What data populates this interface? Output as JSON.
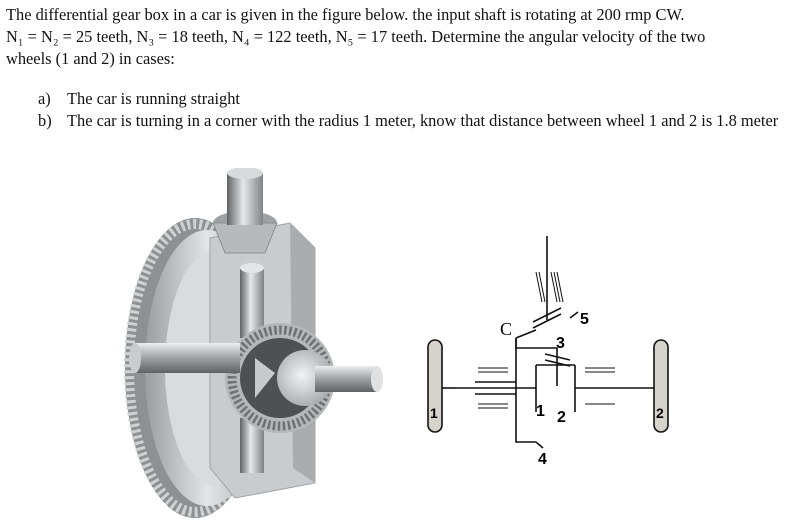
{
  "problem": {
    "line1": "The differential gear box in a car is given in the figure below. the input shaft is rotating at 200 rmp CW.",
    "line2": "N₁ = N₂ = 25 teeth, N₃ = 18 teeth, N₄ = 122 teeth, N₅ = 17 teeth. Determine the angular velocity of the two",
    "line3": "wheels (1 and 2) in cases:"
  },
  "cases": [
    {
      "label": "a)",
      "text": "The car is running straight"
    },
    {
      "label": "b)",
      "text": "The car is turning in a corner with the radius 1 meter, know that distance between wheel 1 and 2 is 1.8 meter"
    }
  ],
  "schematic": {
    "wheel1": "1",
    "wheel2": "2",
    "carrier": "C",
    "gear1": "1",
    "gear2": "2",
    "gear3": "3",
    "gear4": "4",
    "gear5": "5"
  },
  "colors": {
    "text": "#111111",
    "gear_metal": "#b9bcbe",
    "gear_dark": "#6e7274",
    "housing": "#d3d6d8",
    "wheel_fill": "#d6d2cc"
  }
}
